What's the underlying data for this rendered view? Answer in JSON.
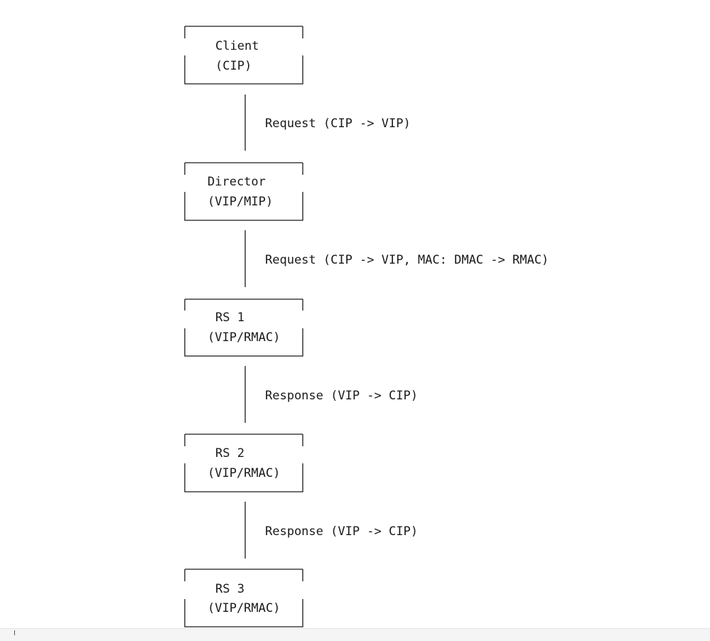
{
  "nodes": [
    {
      "id": "client",
      "name": "Client",
      "addr": "(CIP)"
    },
    {
      "id": "director",
      "name": "Director",
      "addr": "(VIP/MIP)"
    },
    {
      "id": "rs1",
      "name": "RS 1",
      "addr": "(VIP/RMAC)"
    },
    {
      "id": "rs2",
      "name": "RS 2",
      "addr": "(VIP/RMAC)"
    },
    {
      "id": "rs3",
      "name": "RS 3",
      "addr": "(VIP/RMAC)"
    }
  ],
  "edges": [
    {
      "from": "client",
      "to": "director",
      "label": "Request (CIP -> VIP)"
    },
    {
      "from": "director",
      "to": "rs1",
      "label": "Request (CIP -> VIP, MAC: DMAC -> RMAC)"
    },
    {
      "from": "rs1",
      "to": "rs2",
      "label": "Response (VIP -> CIP)"
    },
    {
      "from": "rs2",
      "to": "rs3",
      "label": "Response (VIP -> CIP)"
    }
  ]
}
